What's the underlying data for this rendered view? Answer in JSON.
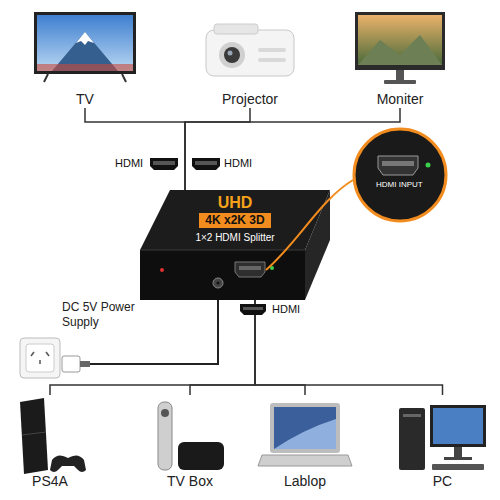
{
  "diagram": {
    "nodes": [
      {
        "text": [
          "TV"
        ]
      },
      {
        "text": [
          "Projector"
        ]
      },
      {
        "text": [
          "Moniter"
        ]
      },
      {
        "text": [
          "UHD",
          "4K x2K 3D",
          "1×2 HDMI Splitter"
        ]
      },
      {
        "text": [
          "DC 5V Power Supply"
        ]
      },
      {
        "text": [
          "PS4A"
        ]
      },
      {
        "text": [
          "TV Box"
        ]
      },
      {
        "text": [
          "Lablop"
        ]
      },
      {
        "text": [
          "PC"
        ]
      }
    ],
    "edges": [
      {
        "from": 3,
        "to": 0,
        "arrow": "none"
      },
      {
        "from": 3,
        "to": 1,
        "arrow": "none"
      },
      {
        "from": 3,
        "to": 2,
        "arrow": "none"
      },
      {
        "from": 4,
        "to": 3,
        "arrow": "none"
      },
      {
        "from": 5,
        "to": 3,
        "arrow": "none"
      },
      {
        "from": 6,
        "to": 3,
        "arrow": "none"
      },
      {
        "from": 7,
        "to": 3,
        "arrow": "none"
      },
      {
        "from": 8,
        "to": 3,
        "arrow": "none"
      }
    ],
    "labels": [
      "HDMI",
      "HDMI",
      "HDMI INPUT",
      "HDMI"
    ]
  }
}
